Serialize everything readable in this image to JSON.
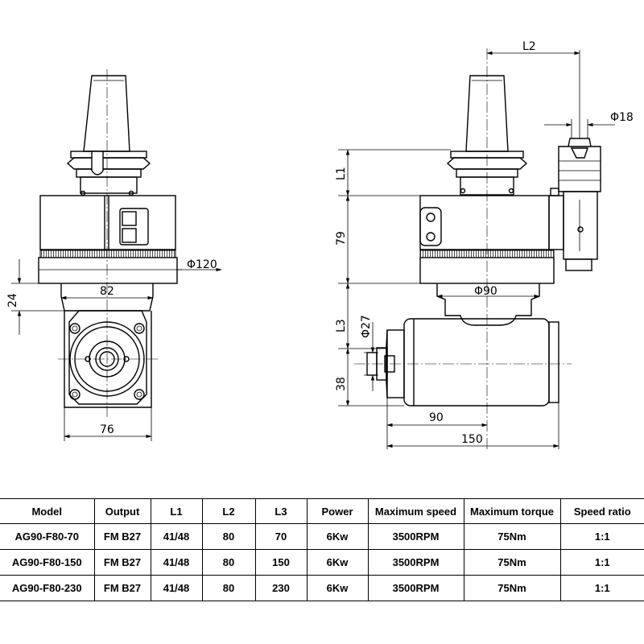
{
  "dims": {
    "phi120": "Φ120",
    "d82": "82",
    "d24": "24",
    "d76": "76",
    "L2": "L2",
    "phi18": "Φ18",
    "L1": "L1",
    "d79": "79",
    "phi90": "Φ90",
    "L3": "L3",
    "phi27": "Φ27",
    "d38": "38",
    "d90": "90",
    "d150": "150"
  },
  "table": {
    "headers": [
      "Model",
      "Output",
      "L1",
      "L2",
      "L3",
      "Power",
      "Maximum speed",
      "Maximum torque",
      "Speed ratio"
    ],
    "rows": [
      [
        "AG90-F80-70",
        "FM B27",
        "41/48",
        "80",
        "70",
        "6Kw",
        "3500RPM",
        "75Nm",
        "1:1"
      ],
      [
        "AG90-F80-150",
        "FM B27",
        "41/48",
        "80",
        "150",
        "6Kw",
        "3500RPM",
        "75Nm",
        "1:1"
      ],
      [
        "AG90-F80-230",
        "FM B27",
        "41/48",
        "80",
        "230",
        "6Kw",
        "3500RPM",
        "75Nm",
        "1:1"
      ]
    ]
  }
}
